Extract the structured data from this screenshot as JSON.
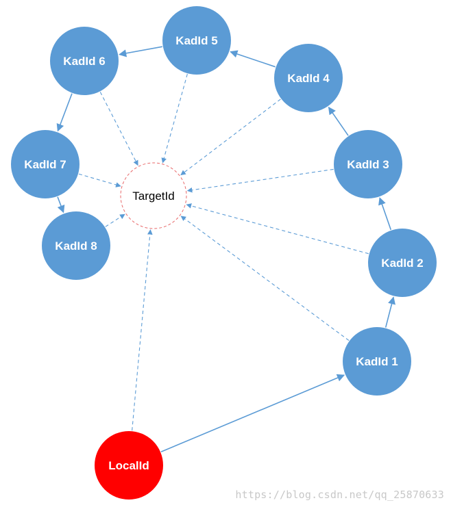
{
  "diagram": {
    "target": {
      "label": "TargetId"
    },
    "local": {
      "label": "LocalId"
    },
    "kad_nodes": [
      {
        "id": "k1",
        "label": "KadId 1"
      },
      {
        "id": "k2",
        "label": "KadId 2"
      },
      {
        "id": "k3",
        "label": "KadId 3"
      },
      {
        "id": "k4",
        "label": "KadId 4"
      },
      {
        "id": "k5",
        "label": "KadId 5"
      },
      {
        "id": "k6",
        "label": "KadId 6"
      },
      {
        "id": "k7",
        "label": "KadId 7"
      },
      {
        "id": "k8",
        "label": "KadId 8"
      }
    ],
    "solid_edges": [
      [
        "local",
        "k1"
      ],
      [
        "k1",
        "k2"
      ],
      [
        "k2",
        "k3"
      ],
      [
        "k3",
        "k4"
      ],
      [
        "k4",
        "k5"
      ],
      [
        "k5",
        "k6"
      ],
      [
        "k6",
        "k7"
      ],
      [
        "k7",
        "k8"
      ]
    ],
    "dashed_edges": [
      [
        "local",
        "target"
      ],
      [
        "k1",
        "target"
      ],
      [
        "k2",
        "target"
      ],
      [
        "k3",
        "target"
      ],
      [
        "k4",
        "target"
      ],
      [
        "k5",
        "target"
      ],
      [
        "k6",
        "target"
      ],
      [
        "k7",
        "target"
      ],
      [
        "k8",
        "target"
      ]
    ],
    "colors": {
      "kad_fill": "#5B9BD5",
      "local_fill": "#FF0000",
      "edge": "#5B9BD5",
      "target_border": "#E8696A",
      "label_on_node": "#FFFFFF",
      "target_label": "#000000"
    }
  },
  "watermark": "https://blog.csdn.net/qq_25870633"
}
